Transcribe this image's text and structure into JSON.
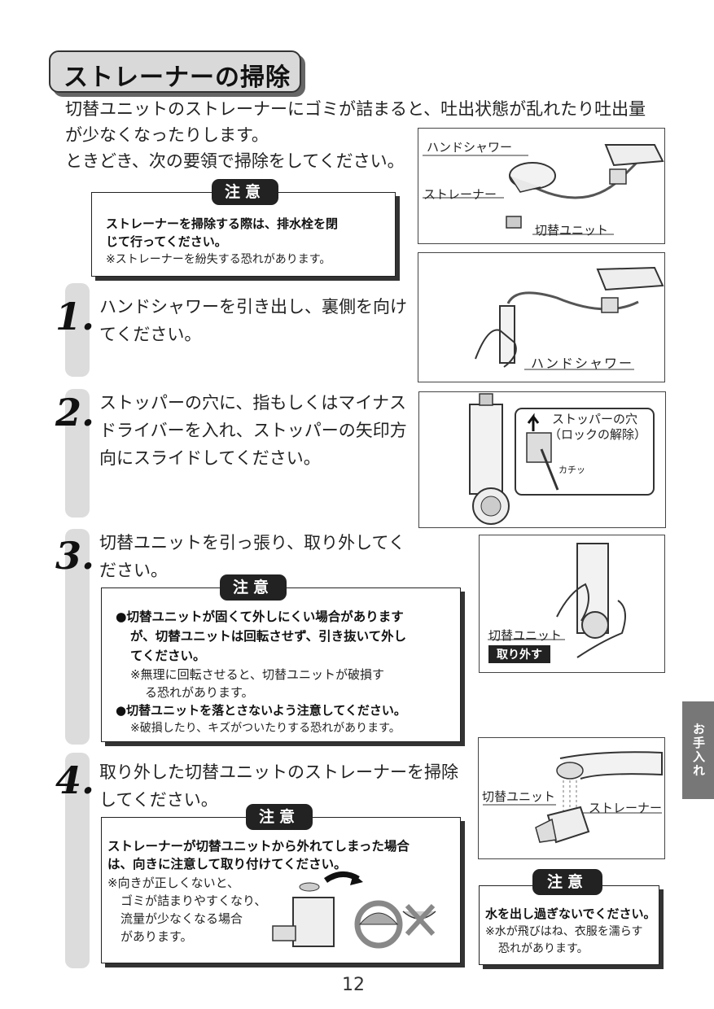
{
  "section": {
    "title": "ストレーナーの掃除"
  },
  "intro": {
    "line1": "切替ユニットのストレーナーにゴミが詰まると、吐出状態が乱れたり吐出量",
    "line2": "が少なくなったりします。",
    "line3": "ときどき、次の要領で掃除をしてください。"
  },
  "caution_label": "注意",
  "caution_top": {
    "bold1": "ストレーナーを掃除する際は、排水栓を閉",
    "bold2": "じて行ってください。",
    "note": "※ストレーナーを紛失する恐れがあります。"
  },
  "figure1": {
    "hand_shower": "ハンドシャワー",
    "strainer": "ストレーナー",
    "unit": "切替ユニット"
  },
  "figure2": {
    "hand_shower": "ハンドシャワー"
  },
  "figure3": {
    "stopper_hole": "ストッパーの穴",
    "unlock": "（ロックの解除）",
    "click": "カチッ"
  },
  "figure4": {
    "unit": "切替ユニット",
    "remove": "取り外す"
  },
  "figure5": {
    "unit": "切替ユニット",
    "strainer": "ストレーナー"
  },
  "steps": [
    {
      "num": "1.",
      "line1": "ハンドシャワーを引き出し、裏側を向け",
      "line2": "てください。"
    },
    {
      "num": "2.",
      "line1": "ストッパーの穴に、指もしくはマイナス",
      "line2": "ドライバーを入れ、ストッパーの矢印方",
      "line3": "向にスライドしてください。"
    },
    {
      "num": "3.",
      "line1": "切替ユニットを引っ張り、取り外してく",
      "line2": "ださい。"
    },
    {
      "num": "4.",
      "line1": "取り外した切替ユニットのストレーナーを掃除",
      "line2": "してください。"
    }
  ],
  "caution3": {
    "b1a": "●切替ユニットが固くて外しにくい場合があります",
    "b1b": "が、切替ユニットは回転させず、引き抜いて外し",
    "b1c": "てください。",
    "n1a": "※無理に回転させると、切替ユニットが破損す",
    "n1b": "る恐れがあります。",
    "b2": "●切替ユニットを落とさないよう注意してください。",
    "n2": "※破損したり、キズがついたりする恐れがあります。"
  },
  "caution4": {
    "b1": "ストレーナーが切替ユニットから外れてしまった場合",
    "b2": "は、向きに注意して取り付けてください。",
    "n1": "※向きが正しくないと、",
    "n2": "ゴミが詰まりやすくなり、",
    "n3": "流量が少なくなる場合",
    "n4": "があります。"
  },
  "caution5": {
    "b1": "水を出し過ぎないでください。",
    "n1": "※水が飛びはね、衣服を濡らす",
    "n2": "恐れがあります。"
  },
  "side_tab": "お手入れ",
  "page_number": "12"
}
